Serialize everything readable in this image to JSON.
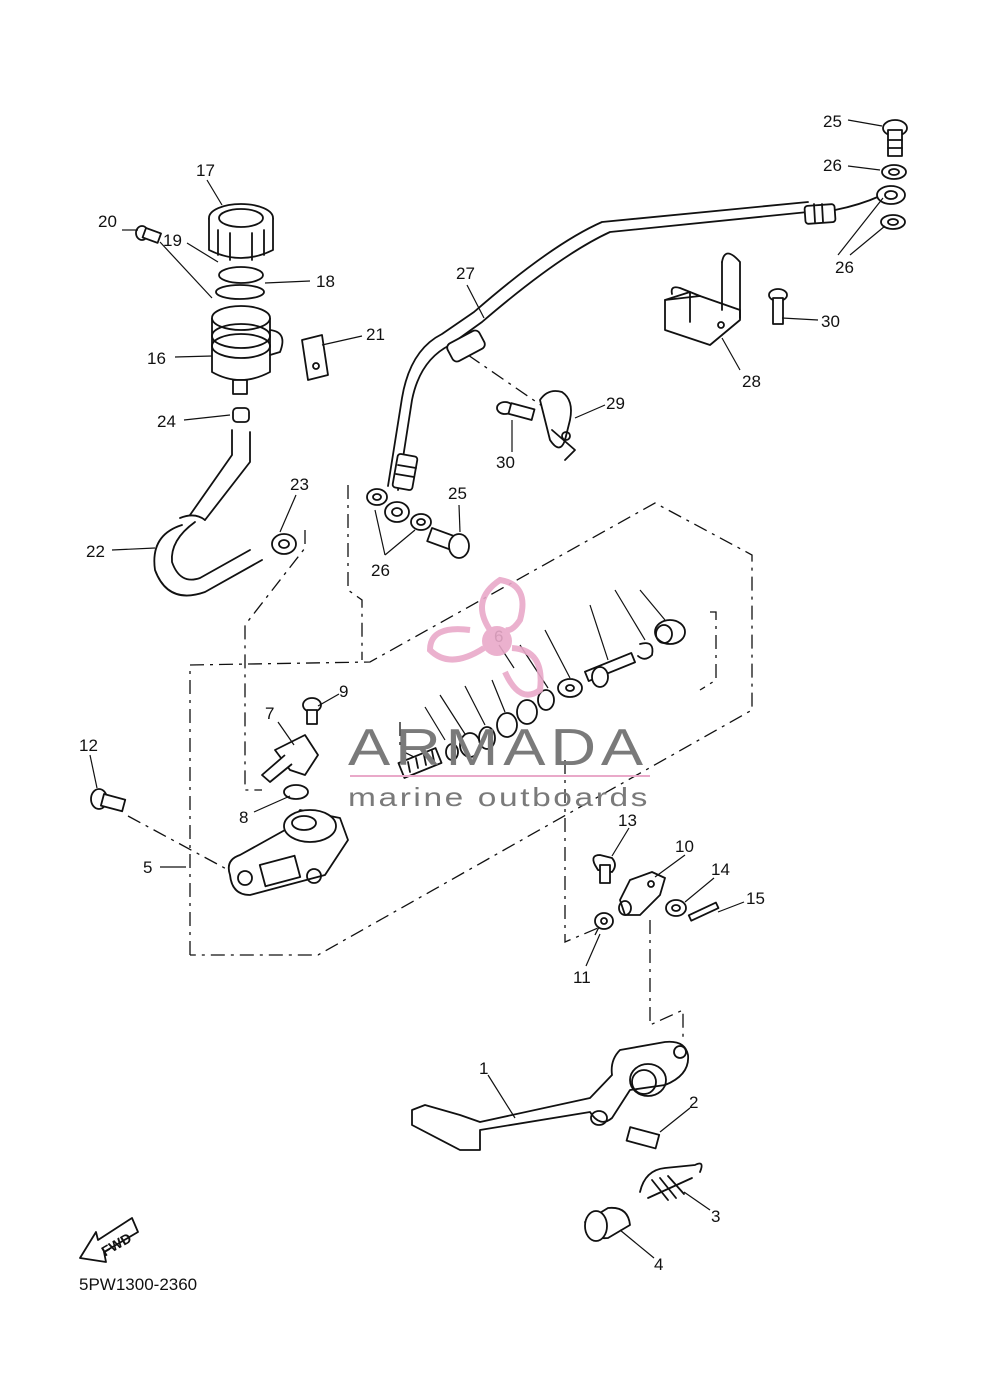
{
  "diagram": {
    "part_labels": [
      {
        "id": "1",
        "text": "1"
      },
      {
        "id": "2",
        "text": "2"
      },
      {
        "id": "3",
        "text": "3"
      },
      {
        "id": "4",
        "text": "4"
      },
      {
        "id": "5",
        "text": "5"
      },
      {
        "id": "6",
        "text": "6"
      },
      {
        "id": "7",
        "text": "7"
      },
      {
        "id": "8",
        "text": "8"
      },
      {
        "id": "9",
        "text": "9"
      },
      {
        "id": "10",
        "text": "10"
      },
      {
        "id": "11",
        "text": "11"
      },
      {
        "id": "12",
        "text": "12"
      },
      {
        "id": "13",
        "text": "13"
      },
      {
        "id": "14",
        "text": "14"
      },
      {
        "id": "15",
        "text": "15"
      },
      {
        "id": "16",
        "text": "16"
      },
      {
        "id": "17",
        "text": "17"
      },
      {
        "id": "18",
        "text": "18"
      },
      {
        "id": "19",
        "text": "19"
      },
      {
        "id": "20",
        "text": "20"
      },
      {
        "id": "21",
        "text": "21"
      },
      {
        "id": "22",
        "text": "22"
      },
      {
        "id": "23",
        "text": "23"
      },
      {
        "id": "24",
        "text": "24"
      },
      {
        "id": "25a",
        "text": "25"
      },
      {
        "id": "25b",
        "text": "25"
      },
      {
        "id": "26a",
        "text": "26"
      },
      {
        "id": "26b",
        "text": "26"
      },
      {
        "id": "26c",
        "text": "26"
      },
      {
        "id": "27",
        "text": "27"
      },
      {
        "id": "28",
        "text": "28"
      },
      {
        "id": "29",
        "text": "29"
      },
      {
        "id": "30a",
        "text": "30"
      },
      {
        "id": "30b",
        "text": "30"
      }
    ],
    "fwd_label": "FWD",
    "diagram_code": "5PW1300-2360"
  },
  "watermark": {
    "brand": "ARMADA",
    "tagline": "marine outboards",
    "logo_color": "#e9a9c9",
    "text_color": "#7a7a7a"
  }
}
